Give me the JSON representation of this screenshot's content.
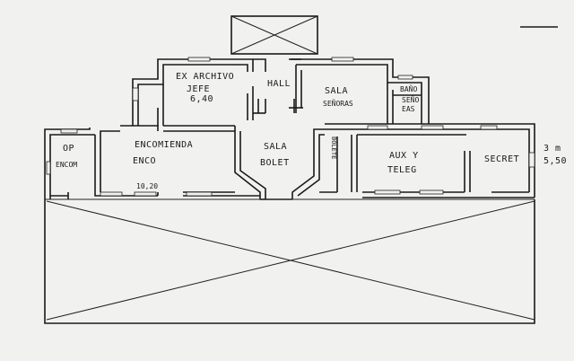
{
  "rooms": {
    "ex_archivo": "EX ARCHIVO",
    "jefe": "JEFE",
    "jefe_dim": "6,40",
    "hall": "HALL",
    "sala_senoras": "SALA",
    "sala_senoras_2": "SEÑORAS",
    "bano": "BAÑO",
    "bano_2": "SEÑO",
    "bano_dim": "EAS",
    "op": "OP",
    "op_2": "ENCOM",
    "encomienda": "ENCOMIENDA",
    "enco": "ENCO",
    "enco_dim": "10,20",
    "sala_bolet": "SALA",
    "sala_bolet_2": "BOLET",
    "boleteria": "BOLETE",
    "aux_teleg": "AUX Y",
    "aux_teleg_2": "TELEG",
    "secret": "SECRET"
  },
  "annotations": {
    "side_dim": "3 m",
    "side_dim_2": "5,50"
  }
}
